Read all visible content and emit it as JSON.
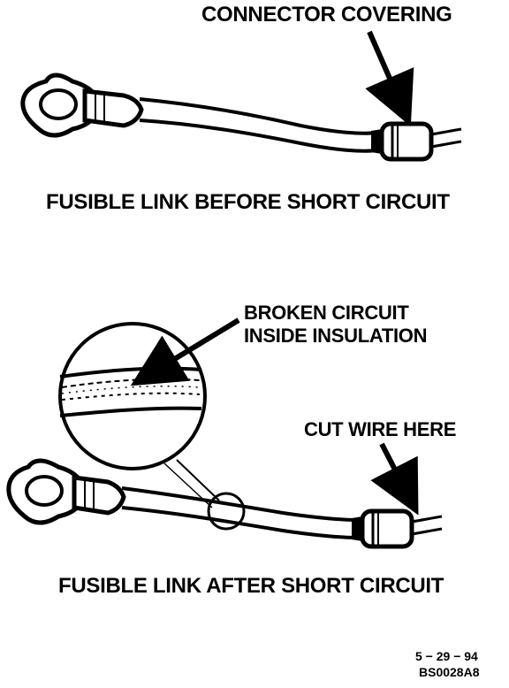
{
  "labels": {
    "connector_covering": "CONNECTOR COVERING",
    "before_title": "FUSIBLE LINK BEFORE SHORT CIRCUIT",
    "broken_circuit_line1": "BROKEN CIRCUIT",
    "broken_circuit_line2": "INSIDE INSULATION",
    "cut_wire_here": "CUT WIRE HERE",
    "after_title": "FUSIBLE LINK AFTER SHORT CIRCUIT"
  },
  "footer": {
    "date": "5 − 29 − 94",
    "code": "BS0028A8"
  }
}
